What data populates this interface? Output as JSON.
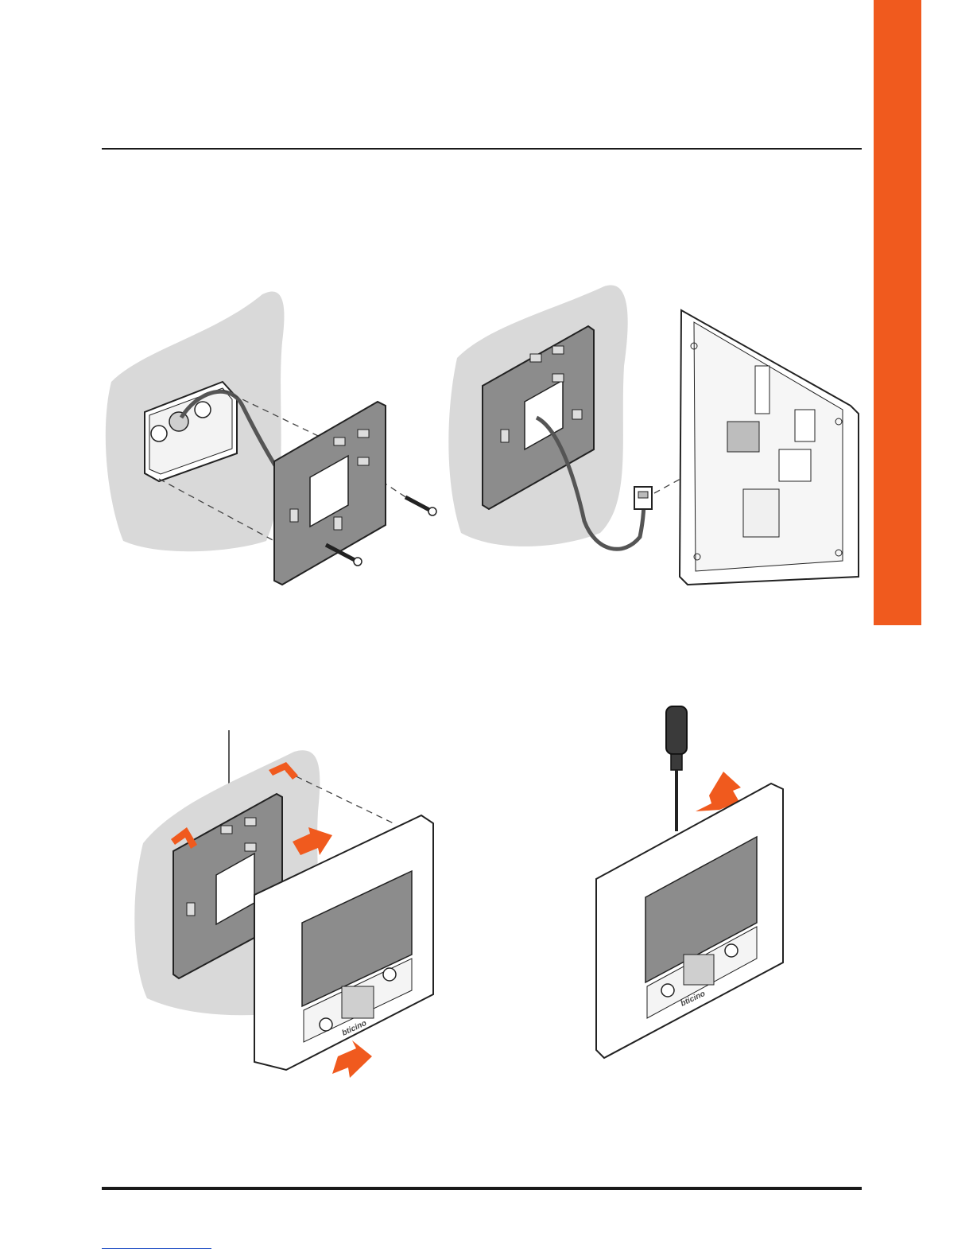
{
  "colors": {
    "accent_orange": "#f05a1e",
    "wall_gray": "#d9d9d9",
    "plate_gray": "#8c8c8c",
    "rule_black": "#1a1a1a",
    "link_blue": "#2b57c8"
  },
  "figures": [
    {
      "id": "fig1",
      "depicts": "flush-box-wall-plate-screws"
    },
    {
      "id": "fig2",
      "depicts": "wall-plate-cable-connector-device-rear"
    },
    {
      "id": "fig3",
      "depicts": "device-hooked-onto-wall-plate"
    },
    {
      "id": "fig4",
      "depicts": "device-removal-screwdriver"
    }
  ],
  "device_brand_mark": "bticino"
}
